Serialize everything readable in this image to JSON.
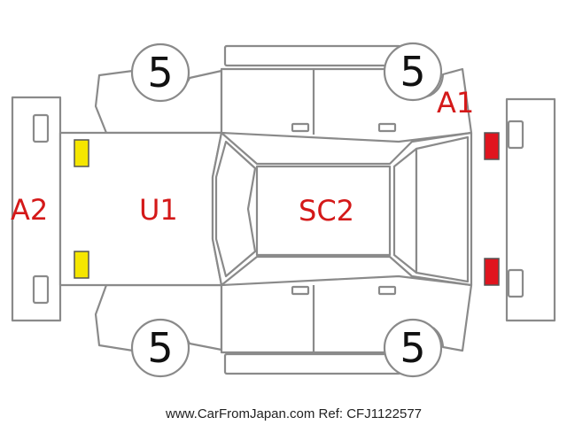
{
  "labels": {
    "a1": "A1",
    "a2": "A2",
    "u1": "U1",
    "sc2": "SC2"
  },
  "wheels": {
    "top_left": "5",
    "top_right": "5",
    "bottom_left": "5",
    "bottom_right": "5"
  },
  "footer": "www.CarFromJapan.com Ref: CFJ1122577",
  "colors": {
    "label": "#d41919",
    "outline": "#8a8a8a",
    "headlight": "#f5e600",
    "taillight": "#e0141e"
  }
}
